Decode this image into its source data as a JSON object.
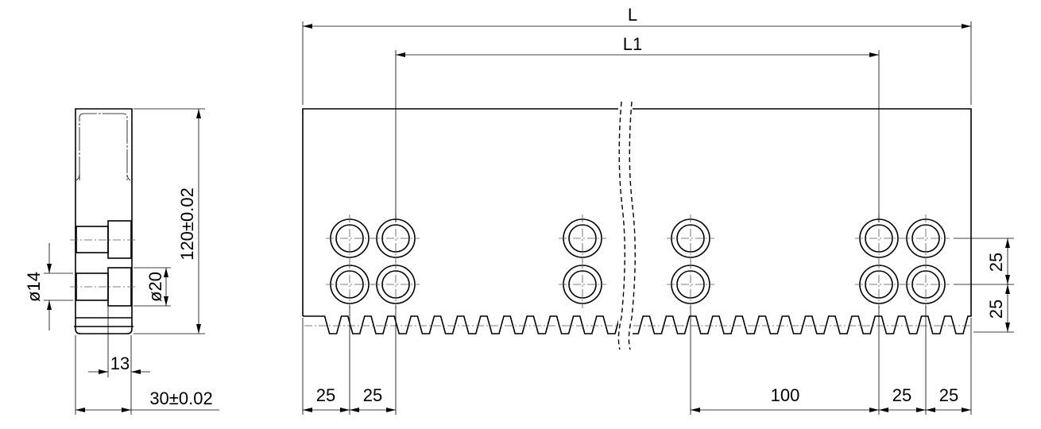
{
  "side_view": {
    "dim_height": "120±0.02",
    "dim_width": "30±0.02",
    "dim_offset": "13",
    "dim_bore_small": "ø14",
    "dim_bore_large": "ø20"
  },
  "front_view": {
    "dim_total_length": "L",
    "dim_hole_span": "L1",
    "dim_bottom": [
      "25",
      "25",
      "100",
      "25",
      "25"
    ],
    "dim_right": [
      "25",
      "25"
    ]
  },
  "colors": {
    "line": "#000000",
    "background": "#ffffff"
  }
}
